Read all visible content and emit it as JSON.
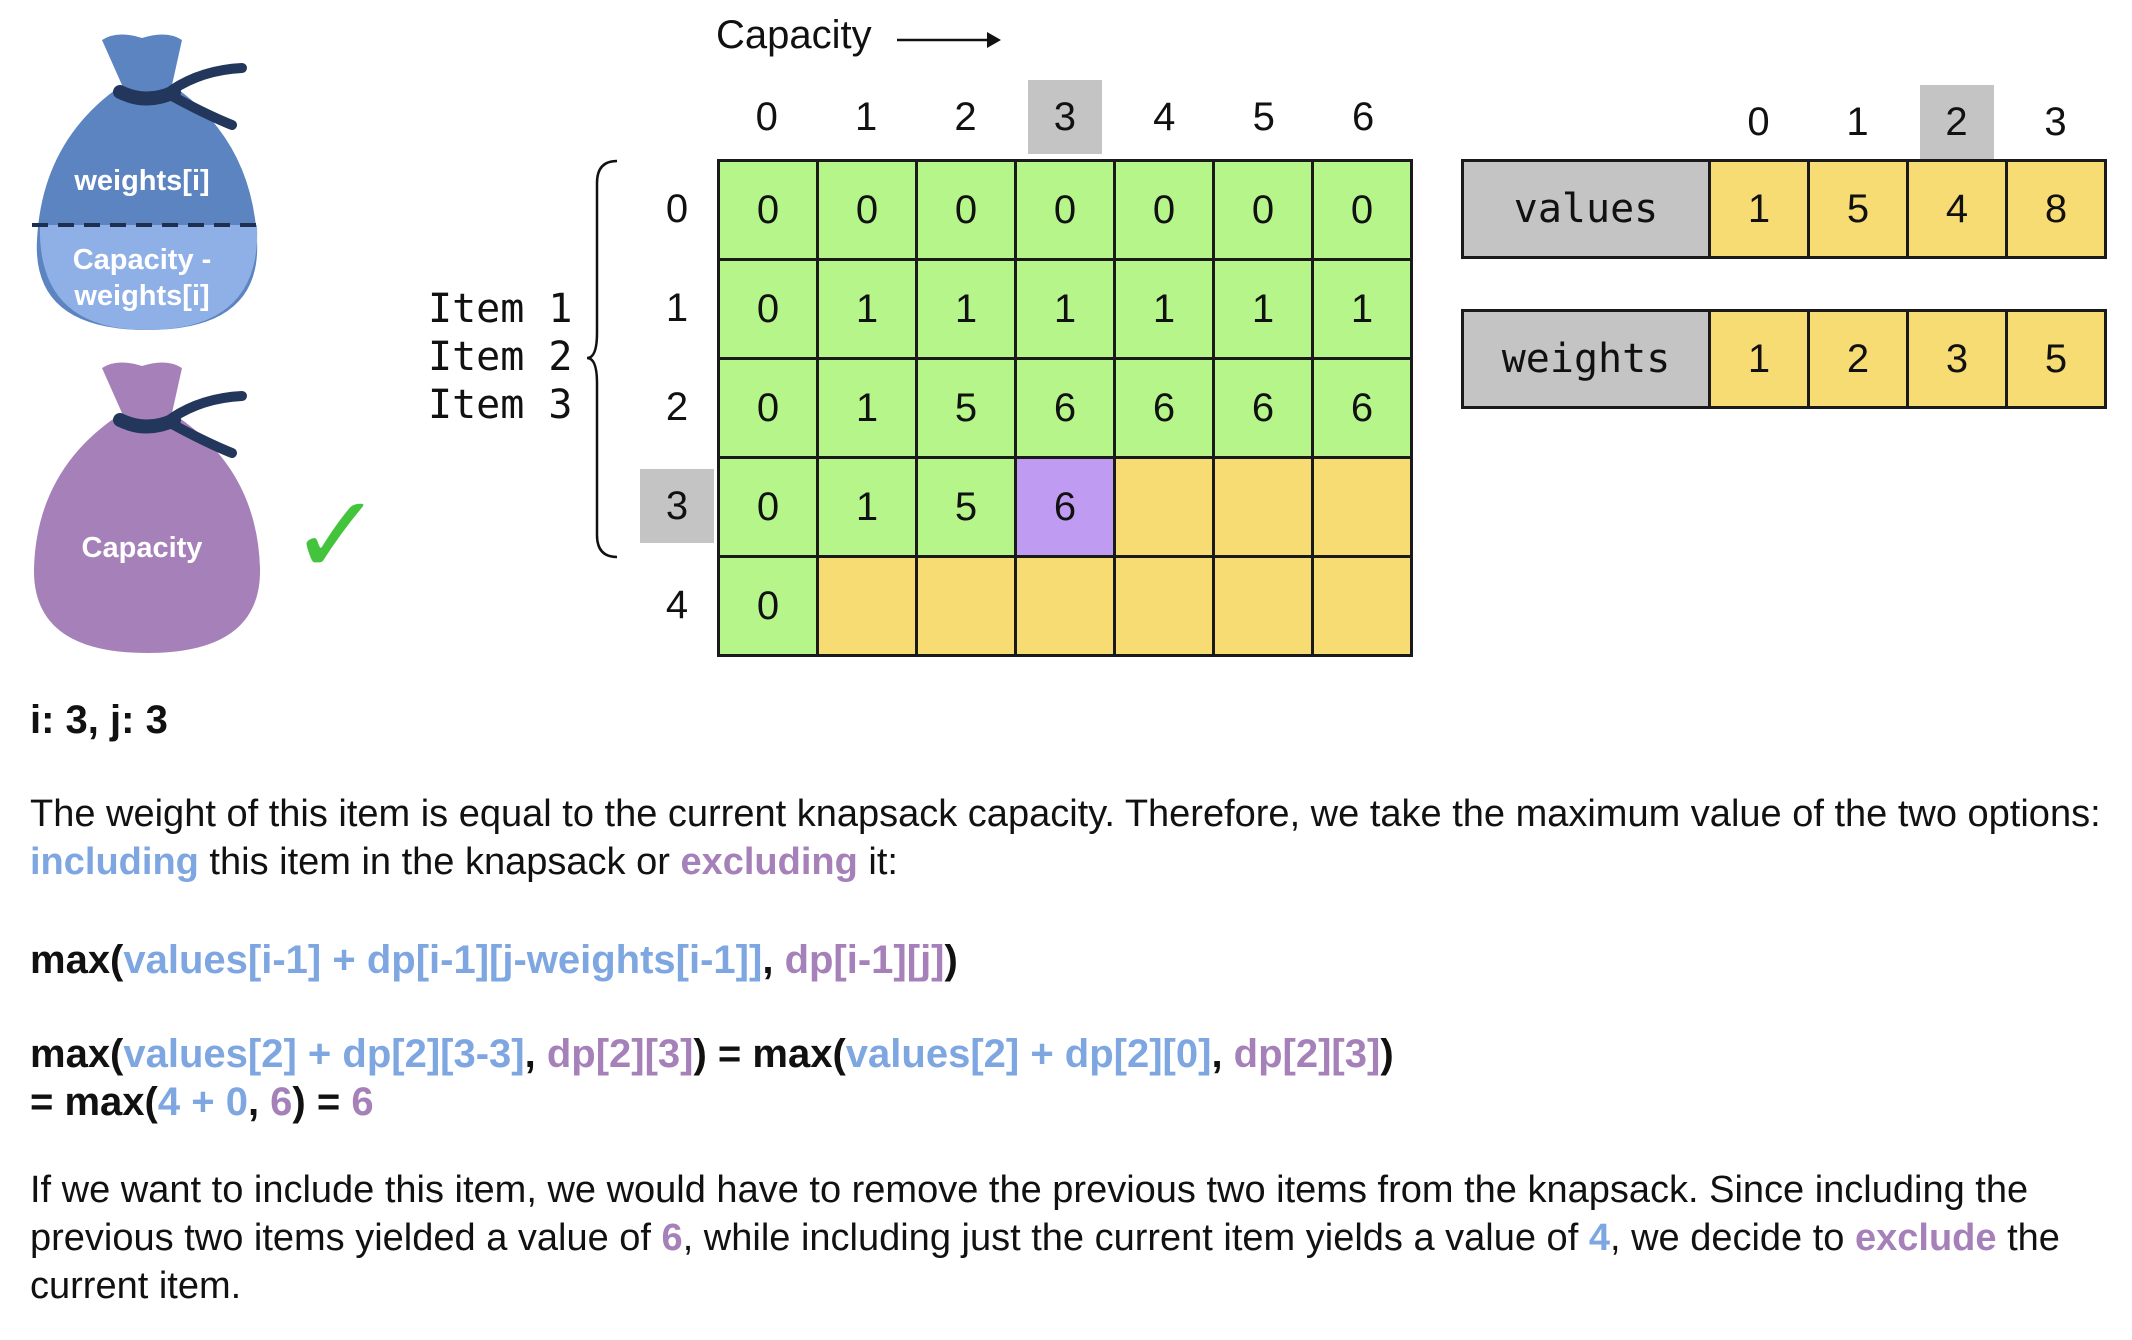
{
  "bags": {
    "top_upper_label": "weights[i]",
    "top_lower_label": "Capacity -\nweights[i]",
    "bottom_label": "Capacity",
    "check_mark": "✓"
  },
  "capacity_label": "Capacity",
  "col_headers": [
    "0",
    "1",
    "2",
    "3",
    "4",
    "5",
    "6"
  ],
  "highlighted_col": 3,
  "row_headers": [
    "0",
    "1",
    "2",
    "3",
    "4"
  ],
  "highlighted_row": 3,
  "item_labels": [
    "Item 1",
    "Item 2",
    "Item 3"
  ],
  "dp": [
    [
      "0",
      "0",
      "0",
      "0",
      "0",
      "0",
      "0"
    ],
    [
      "0",
      "1",
      "1",
      "1",
      "1",
      "1",
      "1"
    ],
    [
      "0",
      "1",
      "5",
      "6",
      "6",
      "6",
      "6"
    ],
    [
      "0",
      "1",
      "5",
      "6",
      "",
      "",
      ""
    ],
    [
      "0",
      "",
      "",
      "",
      "",
      "",
      ""
    ]
  ],
  "arrays": {
    "index_headers": [
      "0",
      "1",
      "2",
      "3"
    ],
    "highlighted_index": 2,
    "values_label": "values",
    "values": [
      "1",
      "5",
      "4",
      "8"
    ],
    "weights_label": "weights",
    "weights": [
      "1",
      "2",
      "3",
      "5"
    ]
  },
  "text": {
    "step": "i: 3, j: 3",
    "p1_a": "The weight of this item is equal to the current knapsack capacity. Therefore, we take the maximum value of the two options: ",
    "p1_include": "including",
    "p1_b": " this item in the knapsack or ",
    "p1_exclude": "excluding",
    "p1_c": " it:",
    "f1_max": "max(",
    "f1_blue": "values[i-1] + dp[i-1][j-weights[i-1]]",
    "f1_comma": ", ",
    "f1_purple": "dp[i-1][j]",
    "f1_close": ")",
    "f2_max": "max(",
    "f2_blue": "values[2] + dp[2][3-3]",
    "f2_comma": ", ",
    "f2_purple": "dp[2][3]",
    "f2_eq": ") = max(",
    "f2_blue2": "values[2] + dp[2][0]",
    "f2_comma2": ", ",
    "f2_purple2": "dp[2][3]",
    "f2_close": ")",
    "f3_a": "= max(",
    "f3_blue": "4 + 0",
    "f3_comma": ", ",
    "f3_purple": "6",
    "f3_b": ") = ",
    "f3_res": "6",
    "p2_a": "If we want to include this item, we would have to remove the previous two items from the knapsack. Since including the previous two items yielded a value of ",
    "p2_six": "6",
    "p2_b": ", while including just the current item yields a value of ",
    "p2_four": "4",
    "p2_c": ", we decide to ",
    "p2_exclude": "exclude",
    "p2_d": " the current item."
  }
}
